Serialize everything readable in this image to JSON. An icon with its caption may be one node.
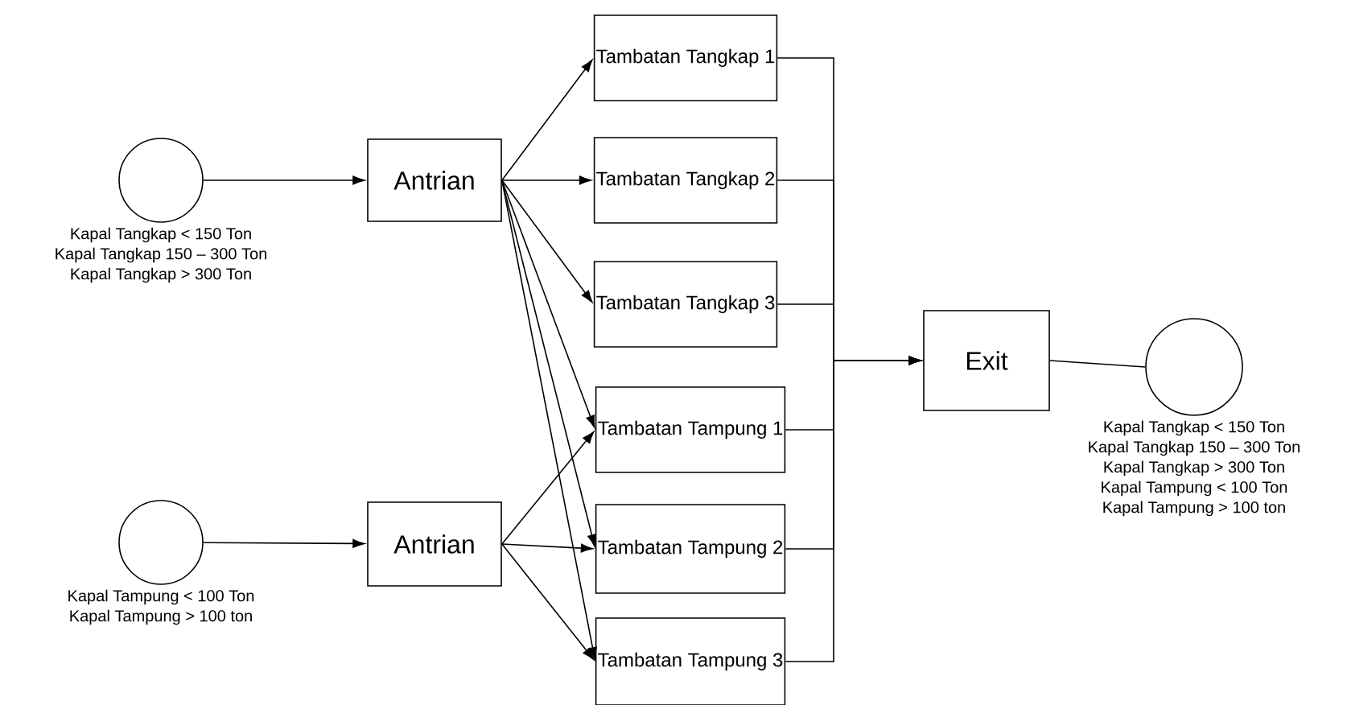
{
  "diagram": {
    "nodes": [
      {
        "text": [],
        "shape": "circle",
        "beside": [
          "Kapal Tangkap < 150 Ton",
          "Kapal Tangkap 150 – 300 Ton",
          "Kapal Tangkap > 300 Ton"
        ]
      },
      {
        "text": [
          "Antrian"
        ]
      },
      {
        "text": [
          "Tambatan Tangkap 1"
        ]
      },
      {
        "text": [
          "Tambatan Tangkap 2"
        ]
      },
      {
        "text": [
          "Tambatan Tangkap 3"
        ]
      },
      {
        "text": [
          "Tambatan Tampung 1"
        ]
      },
      {
        "text": [
          "Tambatan Tampung 2"
        ]
      },
      {
        "text": [
          "Tambatan Tampung 3"
        ]
      },
      {
        "text": [],
        "shape": "circle",
        "beside": [
          "Kapal Tampung < 100 Ton",
          "Kapal Tampung > 100 ton"
        ]
      },
      {
        "text": [
          "Antrian"
        ]
      },
      {
        "text": [
          "Exit"
        ]
      },
      {
        "text": [],
        "shape": "circle",
        "beside": [
          "Kapal Tangkap < 150 Ton",
          "Kapal Tangkap 150 – 300 Ton",
          "Kapal Tangkap > 300 Ton",
          "Kapal Tampung < 100 Ton",
          "Kapal Tampung > 100 ton"
        ]
      }
    ],
    "edges": [
      {
        "from": 0,
        "to": 1,
        "arrow": "to"
      },
      {
        "from": 1,
        "to": 2,
        "arrow": "to"
      },
      {
        "from": 1,
        "to": 3,
        "arrow": "to"
      },
      {
        "from": 1,
        "to": 4,
        "arrow": "to"
      },
      {
        "from": 1,
        "to": 5,
        "arrow": "to"
      },
      {
        "from": 1,
        "to": 6,
        "arrow": "to"
      },
      {
        "from": 1,
        "to": 7,
        "arrow": "to"
      },
      {
        "from": 8,
        "to": 9,
        "arrow": "to"
      },
      {
        "from": 9,
        "to": 5,
        "arrow": "to"
      },
      {
        "from": 9,
        "to": 6,
        "arrow": "to"
      },
      {
        "from": 9,
        "to": 7,
        "arrow": "to"
      },
      {
        "from": 2,
        "to": 10,
        "arrow": "to"
      },
      {
        "from": 3,
        "to": 10,
        "arrow": "to"
      },
      {
        "from": 4,
        "to": 10,
        "arrow": "to"
      },
      {
        "from": 5,
        "to": 10,
        "arrow": "to"
      },
      {
        "from": 6,
        "to": 10,
        "arrow": "to"
      },
      {
        "from": 7,
        "to": 10,
        "arrow": "to"
      },
      {
        "from": 10,
        "to": 11,
        "arrow": "none"
      }
    ]
  }
}
